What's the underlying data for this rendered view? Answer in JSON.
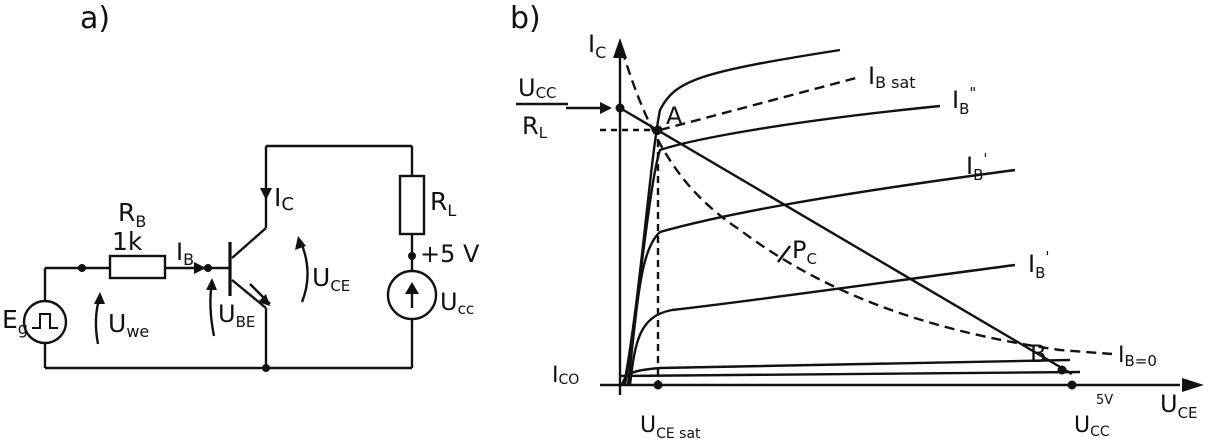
{
  "panel_a": {
    "label": "a)",
    "rb_name": "R",
    "rb_sub": "B",
    "rb_value": "1k",
    "ib": "I",
    "ib_sub": "B",
    "ic": "I",
    "ic_sub": "C",
    "rl": "R",
    "rl_sub": "L",
    "supply": "+5 V",
    "eg": "E",
    "eg_sub": "g",
    "uwe": "U",
    "uwe_sub": "we",
    "ube": "U",
    "ube_sub": "BE",
    "uce": "U",
    "uce_sub": "CE",
    "ucc": "U",
    "ucc_sub": "cc"
  },
  "panel_b": {
    "label": "b)",
    "y_axis": "I",
    "y_axis_sub": "C",
    "x_axis": "U",
    "x_axis_sub": "CE",
    "ucc_num": "U",
    "ucc_num_sub": "CC",
    "rl_den": "R",
    "rl_den_sub": "L",
    "point_a": "A",
    "point_b": "B",
    "ib_sat": "I",
    "ib_sat_sub": "B sat",
    "ib3": "I",
    "ib3_sub": "B",
    "ib3_prime": "\"",
    "ib2": "I",
    "ib2_sub": "B",
    "ib2_prime": "'",
    "ib1": "I",
    "ib1_sub": "B",
    "ib1_prime": "'",
    "ib0": "I",
    "ib0_sub": "B=0",
    "pc": "P",
    "pc_sub": "C",
    "ico": "I",
    "ico_sub": "CO",
    "uce_sat": "U",
    "uce_sat_sub": "CE sat",
    "ucc_x": "U",
    "ucc_x_sub": "CC",
    "five_v": "5V"
  }
}
